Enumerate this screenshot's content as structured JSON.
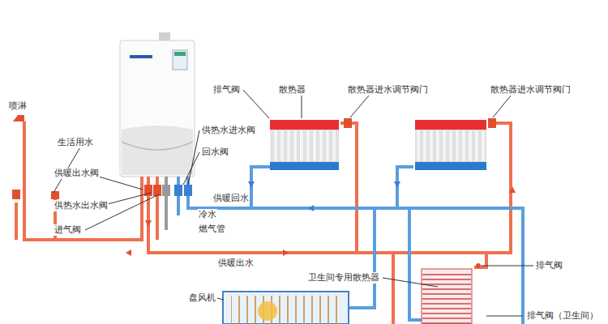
{
  "diagram": {
    "labels": [
      "喷淋",
      "生活用水",
      "供暖出水阀",
      "供热水出水阀",
      "进气阀",
      "供热水进水阀",
      "回水阀",
      "冷水",
      "燃气管",
      "排气阀",
      "散热器",
      "散热器进水调节阀门",
      "散热器进水调节阀门",
      "供暖回水",
      "供暖出水",
      "卫生间专用散热器",
      "排气阀",
      "盘风机",
      "排气阀（卫生间）"
    ]
  }
}
